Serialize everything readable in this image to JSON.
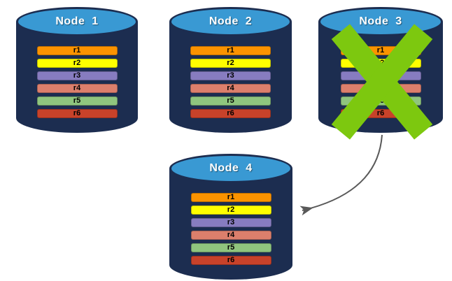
{
  "nodes": [
    {
      "label": "Node  1",
      "failed": false
    },
    {
      "label": "Node  2",
      "failed": false
    },
    {
      "label": "Node  3",
      "failed": true
    },
    {
      "label": "Node  4",
      "failed": false
    }
  ],
  "records": [
    {
      "label": "r1",
      "color": "#FB9300"
    },
    {
      "label": "r2",
      "color": "#FFFF00"
    },
    {
      "label": "r3",
      "color": "#877CC0"
    },
    {
      "label": "r4",
      "color": "#DC7F6C"
    },
    {
      "label": "r5",
      "color": "#8FC57E"
    },
    {
      "label": "r6",
      "color": "#C8422A"
    }
  ],
  "arrow": {
    "from": "Node 3",
    "to": "Node 4"
  },
  "colors": {
    "background": "#FFFFFF",
    "cylinder_body": "#1C2D50",
    "cylinder_top": "#3999D3",
    "node_label": "#FFFFFF",
    "record_label": "#000000",
    "failure_x": "#7DC80F",
    "arrow": "#595959"
  }
}
